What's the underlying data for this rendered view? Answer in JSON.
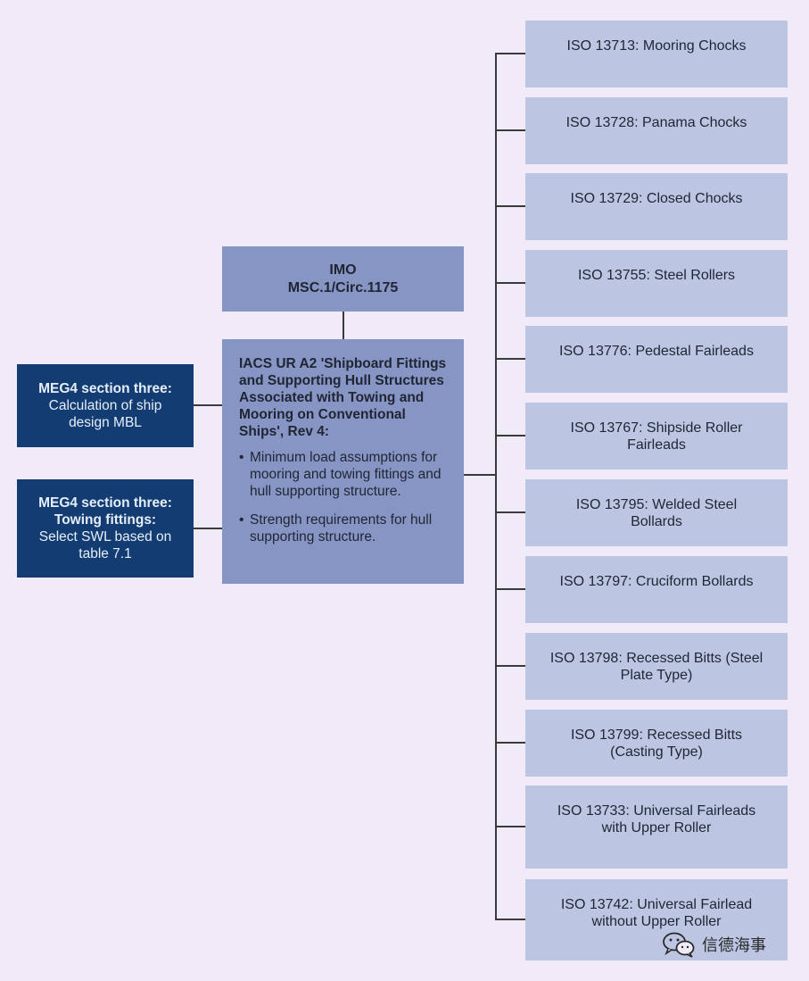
{
  "imo": {
    "line1": "IMO",
    "line2": "MSC.1/Circ.1175"
  },
  "iacs": {
    "title": "IACS UR A2 'Shipboard Fittings and Supporting Hull Structures Associated with Towing and Mooring on Conventional Ships', Rev 4:",
    "bullets": [
      "Minimum load assumptions for mooring and towing fittings and hull supporting structure.",
      "Strength requirements for hull supporting structure."
    ]
  },
  "meg1": {
    "bold": "MEG4 section three:",
    "text": "Calculation of ship design MBL"
  },
  "meg2": {
    "bold1": "MEG4 section three:",
    "bold2": "Towing fittings:",
    "text": "Select SWL based on table 7.1"
  },
  "iso": [
    "ISO 13713: Mooring Chocks",
    "ISO 13728: Panama Chocks",
    "ISO 13729: Closed Chocks",
    "ISO 13755: Steel Rollers",
    "ISO 13776: Pedestal Fairleads",
    "ISO 13767: Shipside Roller Fairleads",
    "ISO 13795: Welded Steel Bollards",
    "ISO 13797: Cruciform Bollards",
    "ISO 13798: Recessed Bitts (Steel Plate Type)",
    "ISO 13799: Recessed Bitts (Casting Type)",
    "ISO 13733: Universal Fairleads with Upper Roller",
    "ISO 13742: Universal Fairlead without Upper Roller"
  ],
  "watermark": {
    "text": "信德海事",
    "icon": "wechat-icon"
  },
  "colors": {
    "background": "#f1ebf9",
    "central_box": "#8795c4",
    "meg_box": "#133d72",
    "iso_box": "#bcc6e2",
    "connector": "#3a3a3a"
  }
}
